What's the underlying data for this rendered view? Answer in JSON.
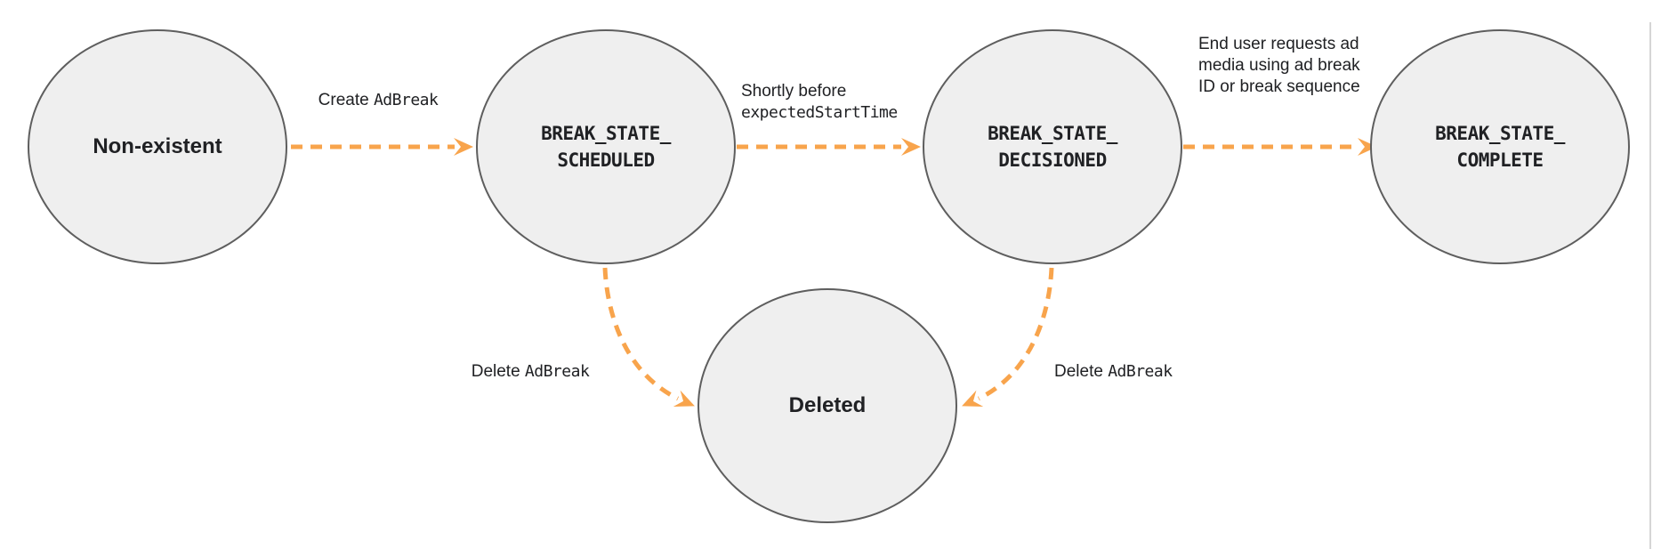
{
  "colors": {
    "arrow": "#F8A44C",
    "node_fill": "#EFEFEF",
    "node_stroke": "#5E5E5E",
    "text": "#202124",
    "frame_border": "#D5D5D5"
  },
  "states": [
    {
      "name": "non-existent",
      "label": "Non-existent"
    },
    {
      "name": "break-state-scheduled",
      "label": "BREAK_STATE_\nSCHEDULED"
    },
    {
      "name": "break-state-decisioned",
      "label": "BREAK_STATE_\nDECISIONED"
    },
    {
      "name": "break-state-complete",
      "label": "BREAK_STATE_\nCOMPLETE"
    },
    {
      "name": "deleted",
      "label": "Deleted"
    }
  ],
  "transitions": [
    {
      "from": "Non-existent",
      "to": "BREAK_STATE_SCHEDULED",
      "text": "Create ",
      "code": "AdBreak"
    },
    {
      "from": "BREAK_STATE_SCHEDULED",
      "to": "BREAK_STATE_DECISIONED",
      "text": "Shortly before",
      "code": "expectedStartTime"
    },
    {
      "from": "BREAK_STATE_DECISIONED",
      "to": "BREAK_STATE_COMPLETE",
      "text": "End user requests ad media using ad break ID or break sequence"
    },
    {
      "from": "BREAK_STATE_SCHEDULED",
      "to": "Deleted",
      "text": "Delete ",
      "code": "AdBreak"
    },
    {
      "from": "BREAK_STATE_DECISIONED",
      "to": "Deleted",
      "text": "Delete ",
      "code": "AdBreak"
    }
  ]
}
